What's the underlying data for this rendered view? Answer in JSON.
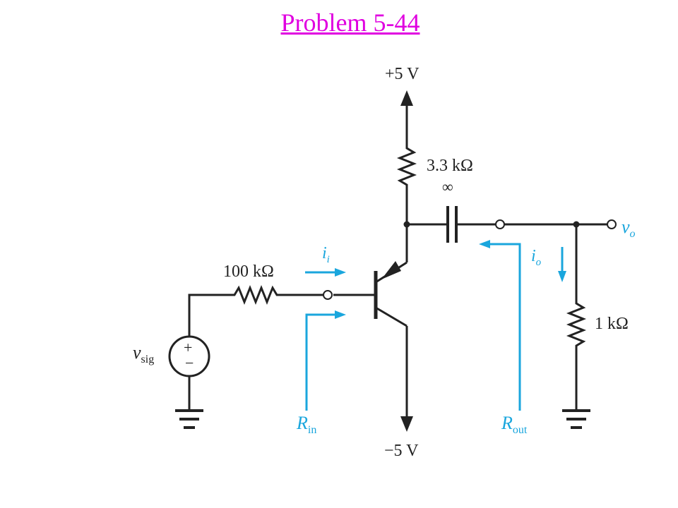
{
  "title": "Problem 5-44",
  "colors": {
    "title": "#e000e0",
    "wire": "#222222",
    "annotation": "#1aa6dd"
  },
  "labels": {
    "vcc": "+5 V",
    "vee": "−5 V",
    "rc": "3.3 kΩ",
    "cap": "∞",
    "rsig": "100 kΩ",
    "rl": "1 kΩ",
    "vsig": {
      "main": "v",
      "sub": "sig"
    },
    "vo": {
      "main": "v",
      "sub": "o"
    },
    "ii": {
      "main": "i",
      "sub": "i"
    },
    "io": {
      "main": "i",
      "sub": "o"
    },
    "rin": {
      "main": "R",
      "sub": "in"
    },
    "rout": {
      "main": "R",
      "sub": "out"
    },
    "plus": "+",
    "minus": "−"
  }
}
